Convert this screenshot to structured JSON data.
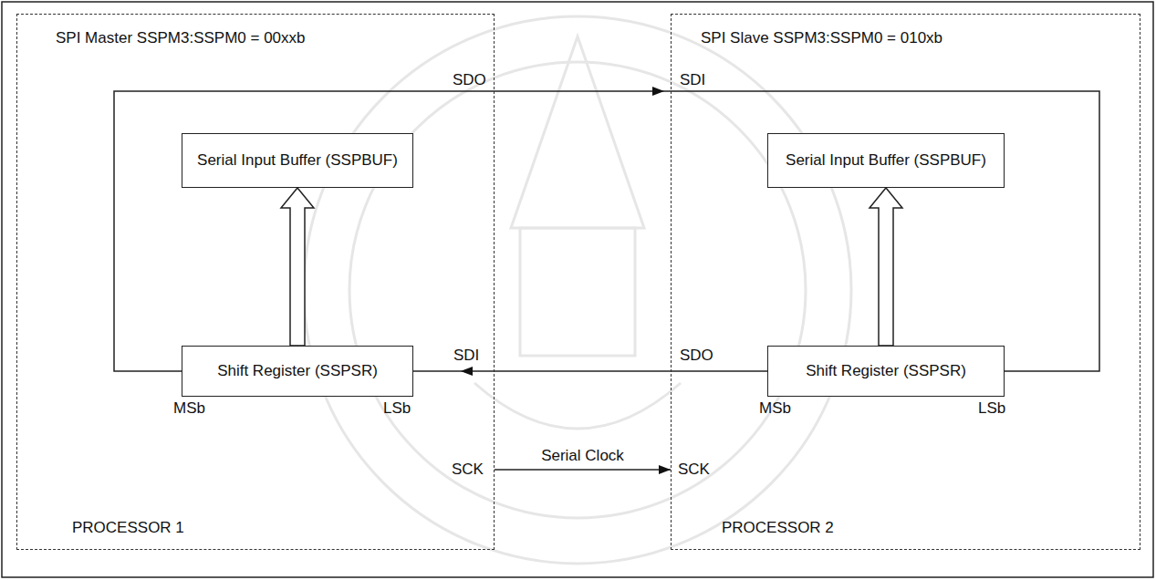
{
  "diagram": {
    "nodes": [
      {
        "text": [
          "SPI Master SSPM3:SSPM0 = 00xxb",
          "PROCESSOR 1"
        ]
      },
      {
        "text": [
          "Serial Input Buffer (SSPBUF)"
        ],
        "in": 0
      },
      {
        "text": [
          "Shift Register (SSPSR)"
        ],
        "in": 0
      },
      {
        "text": [
          "SPI Slave SSPM3:SSPM0 = 010xb",
          "PROCESSOR 2"
        ]
      },
      {
        "text": [
          "Serial Input Buffer (SSPBUF)"
        ],
        "in": 3
      },
      {
        "text": [
          "Shift Register (SSPSR)"
        ],
        "in": 3
      }
    ],
    "edges": [
      {
        "from": 2,
        "to": 1,
        "arrow": "to"
      },
      {
        "from": 5,
        "to": 4,
        "arrow": "to"
      },
      {
        "from": 2,
        "to": 5,
        "arrow": "to"
      },
      {
        "from": 5,
        "to": 2,
        "arrow": "to"
      },
      {
        "from": 0,
        "to": 3,
        "label": "Serial Clock",
        "arrow": "to"
      }
    ],
    "labels": [
      "SDO",
      "SDI",
      "SDI",
      "SDO",
      "SCK",
      "SCK",
      "MSb",
      "LSb",
      "MSb",
      "LSb"
    ]
  }
}
